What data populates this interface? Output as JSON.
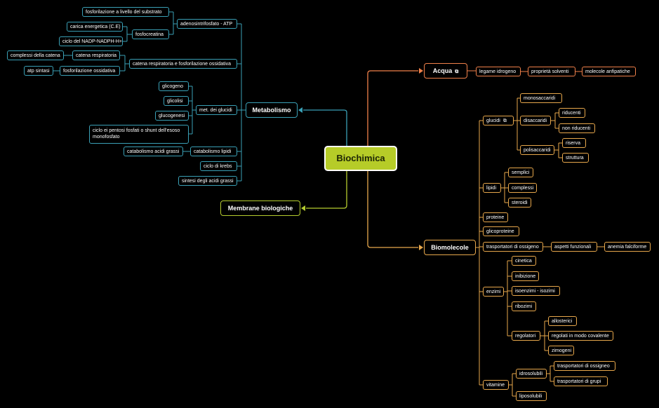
{
  "colors": {
    "background": "#000000",
    "root_fill": "#b6cc28",
    "metabolismo": "#3aa0b6",
    "acqua": "#f0804a",
    "biomolecole": "#e8a84c",
    "membrane": "#b5cc2f"
  },
  "root": "Biochimica",
  "metabolismo": {
    "label": "Metabolismo",
    "atp": "adenosintrifosfato - ATP",
    "fosf_substrato": "fosforilazione a livello del substrato",
    "fosfocreatina": "fosfocreatina",
    "carica_energetica": "carica energetica (C.E)",
    "nadp": "ciclo del NADP-NADPH-H+",
    "catena_fosf": "catena respiratoria e fosforilazione ossidativa",
    "catena_respiratoria": "catena respiratoria",
    "complessi": "complessi della catena",
    "fosf_ossidativa": "fosforilazione ossidativa",
    "atp_sintasi": "atp sintasi",
    "met_glucidi": "met. dei glucidi",
    "glicogeno": "glicogeno",
    "glicolisi": "glicolisi",
    "glucogenesi": "glucogenesi",
    "pentosi": "ciclo ei pentosi fosfati o shunt dell'esoso monofosfato",
    "catabolismo_lipidi": "catabolismo lipidi",
    "catabolismo_acidi": "catabolismo acidi grassi",
    "krebs": "ciclo di krebs",
    "sintesi": "sintesi degli acidi grassi"
  },
  "membrane": {
    "label": "Membrane biologiche"
  },
  "acqua": {
    "label": "Acqua",
    "icon": "linked-topic-icon",
    "legame": "legame idrogeno",
    "proprieta": "proprietà solventi",
    "anfipatiche": "molecole anfipatiche"
  },
  "biomolecole": {
    "label": "Biomolecole",
    "glucidi": "glucidi",
    "glucidi_icon": "linked-topic-icon",
    "monosaccaridi": "monosaccaridi",
    "disaccaridi": "disaccaridi",
    "riducenti": "riducenti",
    "non_riducenti": "non riducenti",
    "polisaccaridi": "polisaccaridi",
    "riserva": "riserva",
    "struttura": "struttura",
    "lipidi": "lipidi",
    "semplici": "semplici",
    "complessi": "complessi",
    "steroidi": "steroidi",
    "proteine": "proteine",
    "glicoproteine": "glicoproteine",
    "trasportatori_ossigeno": "trasportatori di ossigeno",
    "aspetti_funzionali": "aspetti funzionali",
    "anemia": "anemia falciforme",
    "enzimi": "enzimi",
    "cinetica": "cinetica",
    "inibizione": "inibizione",
    "isoenzimi": "isoenzimi - isozimi",
    "ribozimi": "ribozimi",
    "regolatori": "regolatori",
    "allosterici": "allosterici",
    "covalente": "regolati in modo covalente",
    "zimogeni": "zimogeni",
    "vitamine": "vitamine",
    "idrosolubili": "idrosolubili",
    "vit_trasp_ossigneo": "trasportatori di ossigneo",
    "vit_trasp_grupi": "trasportatori di grupi",
    "liposolubili": "liposolubili"
  }
}
